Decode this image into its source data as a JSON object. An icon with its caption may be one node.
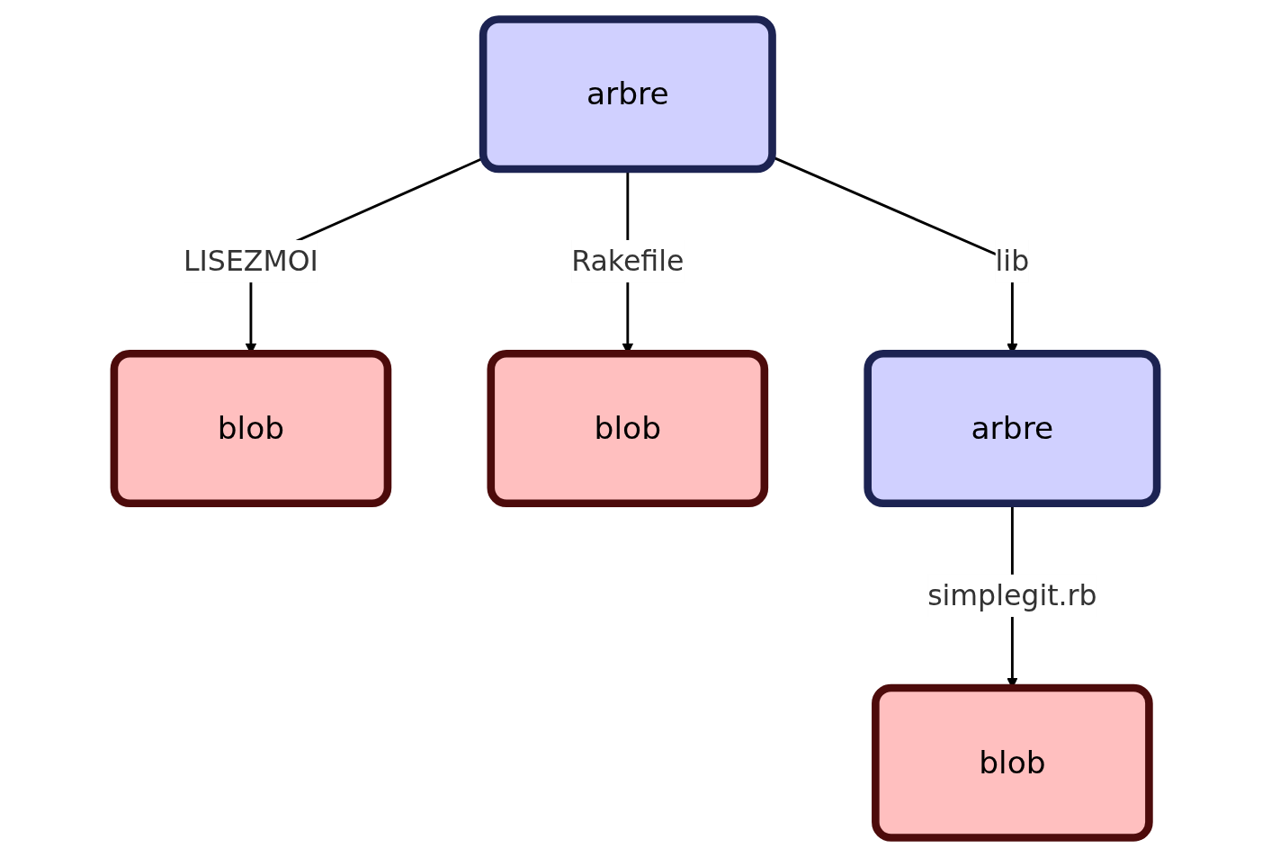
{
  "diagram": {
    "nodes": [
      {
        "text": [
          "arbre"
        ]
      },
      {
        "text": [
          "blob"
        ]
      },
      {
        "text": [
          "blob"
        ]
      },
      {
        "text": [
          "arbre"
        ]
      },
      {
        "text": [
          "blob"
        ]
      }
    ],
    "edges": [
      {
        "from": 0,
        "to": 1,
        "arrow": "to",
        "label": "LISEZMOI"
      },
      {
        "from": 0,
        "to": 2,
        "arrow": "to",
        "label": "Rakefile"
      },
      {
        "from": 0,
        "to": 3,
        "arrow": "to",
        "label": "lib"
      },
      {
        "from": 3,
        "to": 4,
        "arrow": "to",
        "label": "simplegit.rb"
      }
    ]
  }
}
